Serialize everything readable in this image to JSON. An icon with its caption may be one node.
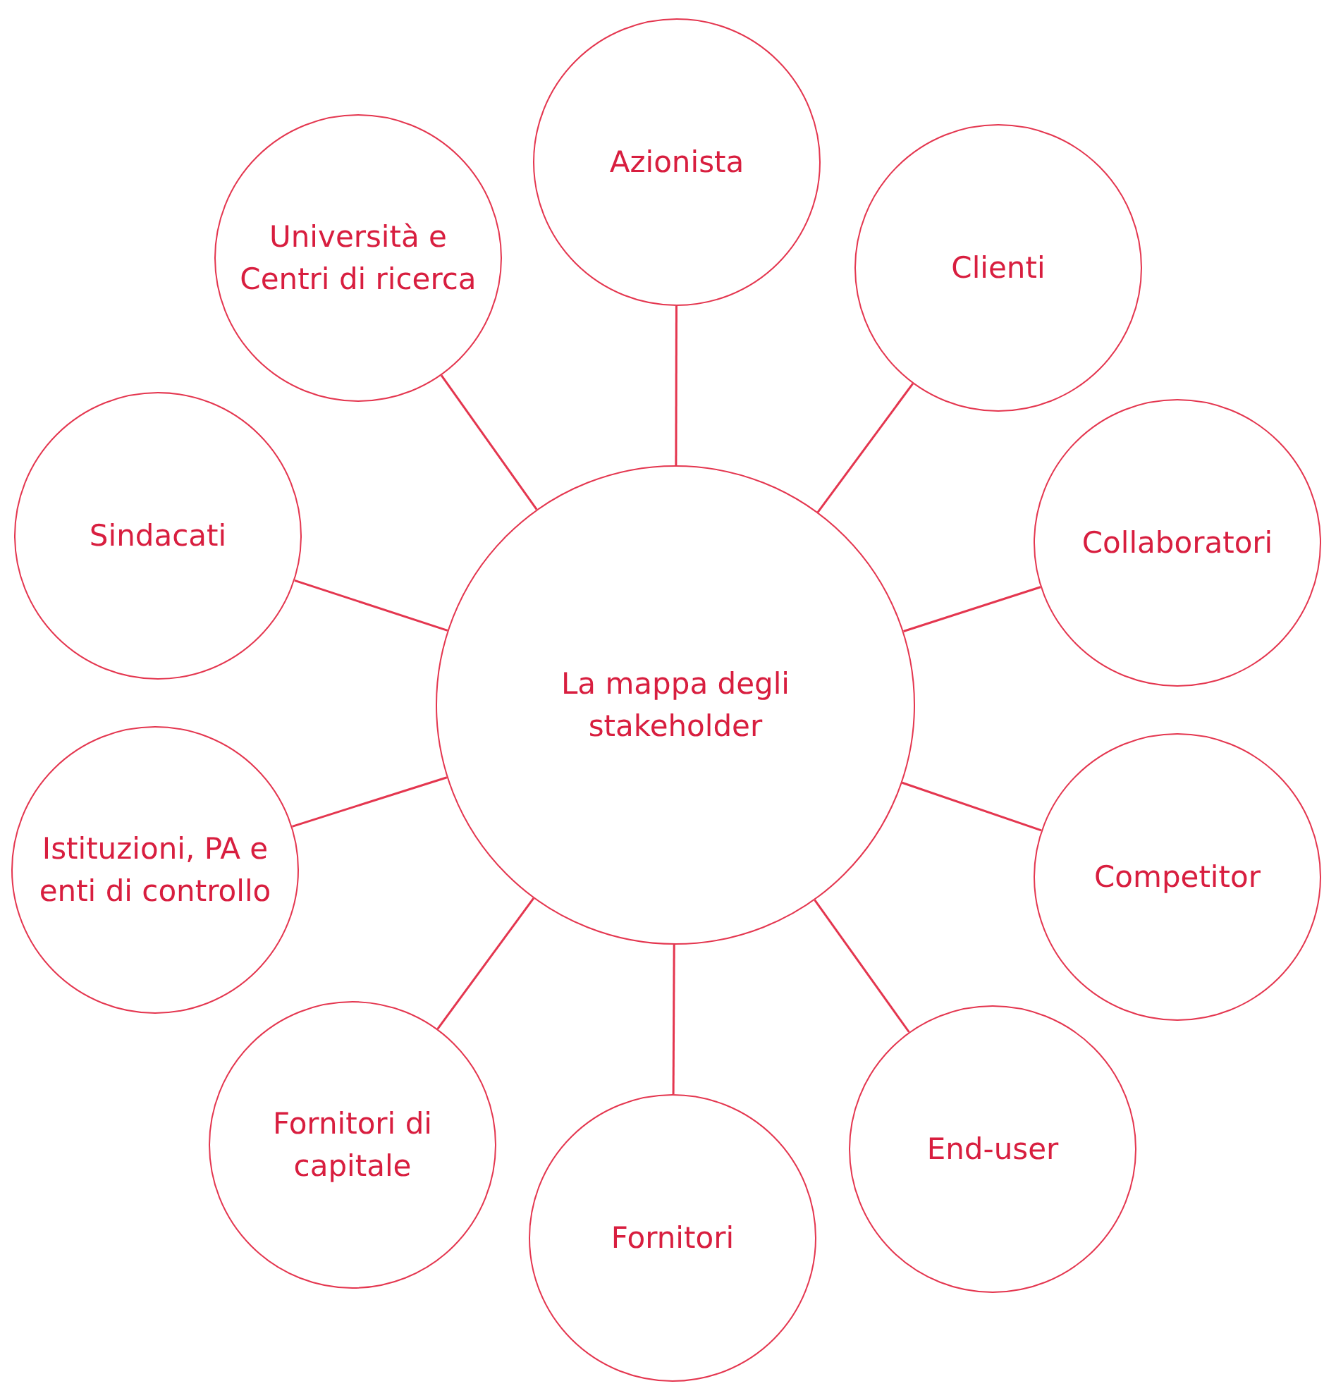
{
  "diagram": {
    "nodes": [
      {
        "text": [
          "La mappa degli stakeholder"
        ]
      },
      {
        "text": [
          "Azionista"
        ]
      },
      {
        "text": [
          "Clienti"
        ]
      },
      {
        "text": [
          "Collaboratori"
        ]
      },
      {
        "text": [
          "Competitor"
        ]
      },
      {
        "text": [
          "End-user"
        ]
      },
      {
        "text": [
          "Fornitori"
        ]
      },
      {
        "text": [
          "Fornitori di capitale"
        ]
      },
      {
        "text": [
          "Istituzioni, PA e enti di controllo"
        ]
      },
      {
        "text": [
          "Sindacati"
        ]
      },
      {
        "text": [
          "Università e Centri di ricerca"
        ]
      }
    ],
    "edges": [
      {
        "from": 0,
        "to": 1,
        "arrow": "none"
      },
      {
        "from": 0,
        "to": 2,
        "arrow": "none"
      },
      {
        "from": 0,
        "to": 3,
        "arrow": "none"
      },
      {
        "from": 0,
        "to": 4,
        "arrow": "none"
      },
      {
        "from": 0,
        "to": 5,
        "arrow": "none"
      },
      {
        "from": 0,
        "to": 6,
        "arrow": "none"
      },
      {
        "from": 0,
        "to": 7,
        "arrow": "none"
      },
      {
        "from": 0,
        "to": 8,
        "arrow": "none"
      },
      {
        "from": 0,
        "to": 9,
        "arrow": "none"
      },
      {
        "from": 0,
        "to": 10,
        "arrow": "none"
      }
    ]
  }
}
